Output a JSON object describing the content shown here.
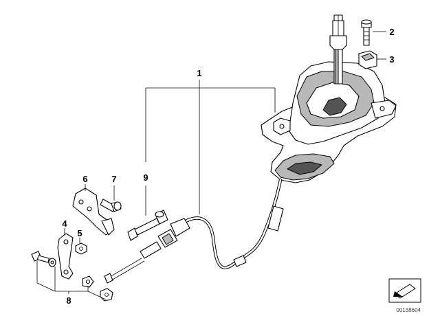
{
  "callouts": {
    "c1": "1",
    "c2": "2",
    "c3": "3",
    "c4": "4",
    "c5": "5",
    "c6": "6",
    "c7": "7",
    "c8": "8",
    "c9": "9"
  },
  "document_id": "00138604",
  "icons": {
    "selector_lever": "selector-lever-icon",
    "orientation": "view-orientation-icon"
  }
}
